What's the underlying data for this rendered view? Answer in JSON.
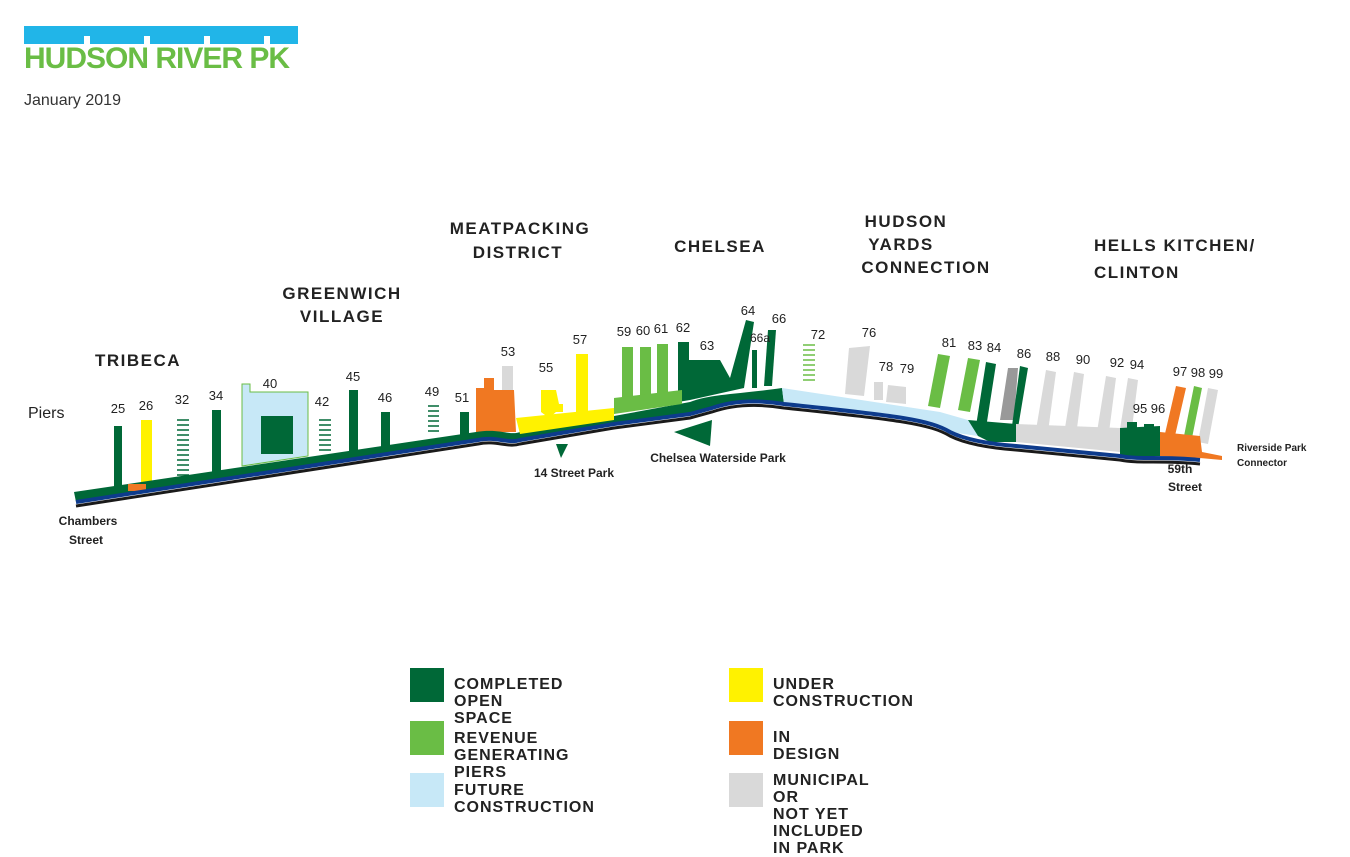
{
  "header": {
    "logo_text": "HUDSON RIVER PK",
    "date": "January 2019"
  },
  "colors": {
    "completed": "#006837",
    "revenue": "#6abd45",
    "future": "#c7e8f7",
    "construction": "#fff200",
    "design": "#f07822",
    "municipal": "#d9d9d9",
    "water": "#0d3b8c",
    "edge": "#1a1a1a",
    "logo_blue": "#21b5e8",
    "logo_green": "#6abd45"
  },
  "neighborhoods": {
    "tribeca": "TRIBECA",
    "greenwich_1": "GREENWICH",
    "greenwich_2": "VILLAGE",
    "meatpacking_1": "MEATPACKING",
    "meatpacking_2": "DISTRICT",
    "chelsea": "CHELSEA",
    "hudson_1": "HUDSON",
    "hudson_2": "YARDS",
    "hudson_3": "CONNECTION",
    "hells_1": "HELLS KITCHEN/",
    "hells_2": "CLINTON"
  },
  "labels": {
    "piers": "Piers",
    "chambers_1": "Chambers",
    "chambers_2": "Street",
    "street14": "14 Street Park",
    "chelsea_waterside": "Chelsea Waterside Park",
    "st59_1": "59th",
    "st59_2": "Street",
    "riverside_1": "Riverside Park",
    "riverside_2": "Connector"
  },
  "piers": [
    {
      "id": "p25",
      "label": "25"
    },
    {
      "id": "p26",
      "label": "26"
    },
    {
      "id": "p32",
      "label": "32"
    },
    {
      "id": "p34",
      "label": "34"
    },
    {
      "id": "p40",
      "label": "40"
    },
    {
      "id": "p42",
      "label": "42"
    },
    {
      "id": "p45",
      "label": "45"
    },
    {
      "id": "p46",
      "label": "46"
    },
    {
      "id": "p49",
      "label": "49"
    },
    {
      "id": "p51",
      "label": "51"
    },
    {
      "id": "p53",
      "label": "53"
    },
    {
      "id": "p55",
      "label": "55"
    },
    {
      "id": "p57",
      "label": "57"
    },
    {
      "id": "p59",
      "label": "59"
    },
    {
      "id": "p60",
      "label": "60"
    },
    {
      "id": "p61",
      "label": "61"
    },
    {
      "id": "p62",
      "label": "62"
    },
    {
      "id": "p63",
      "label": "63"
    },
    {
      "id": "p64",
      "label": "64"
    },
    {
      "id": "p66a",
      "label": "66a"
    },
    {
      "id": "p66",
      "label": "66"
    },
    {
      "id": "p72",
      "label": "72"
    },
    {
      "id": "p76",
      "label": "76"
    },
    {
      "id": "p78",
      "label": "78"
    },
    {
      "id": "p79",
      "label": "79"
    },
    {
      "id": "p81",
      "label": "81"
    },
    {
      "id": "p83",
      "label": "83"
    },
    {
      "id": "p84",
      "label": "84"
    },
    {
      "id": "p86",
      "label": "86"
    },
    {
      "id": "p88",
      "label": "88"
    },
    {
      "id": "p90",
      "label": "90"
    },
    {
      "id": "p92",
      "label": "92"
    },
    {
      "id": "p94",
      "label": "94"
    },
    {
      "id": "p95",
      "label": "95"
    },
    {
      "id": "p96",
      "label": "96"
    },
    {
      "id": "p97",
      "label": "97"
    },
    {
      "id": "p98",
      "label": "98"
    },
    {
      "id": "p99",
      "label": "99"
    }
  ],
  "legend": [
    {
      "label": "COMPLETED OPEN SPACE",
      "color": "#006837"
    },
    {
      "label": "UNDER CONSTRUCTION",
      "color": "#fff200"
    },
    {
      "label": "REVENUE GENERATING PIERS",
      "color": "#6abd45"
    },
    {
      "label": "IN DESIGN",
      "color": "#f07822"
    },
    {
      "label": "FUTURE CONSTRUCTION",
      "color": "#c7e8f7"
    },
    {
      "label": "MUNICIPAL OR\nNOT YET INCLUDED IN PARK",
      "color": "#d9d9d9"
    }
  ]
}
